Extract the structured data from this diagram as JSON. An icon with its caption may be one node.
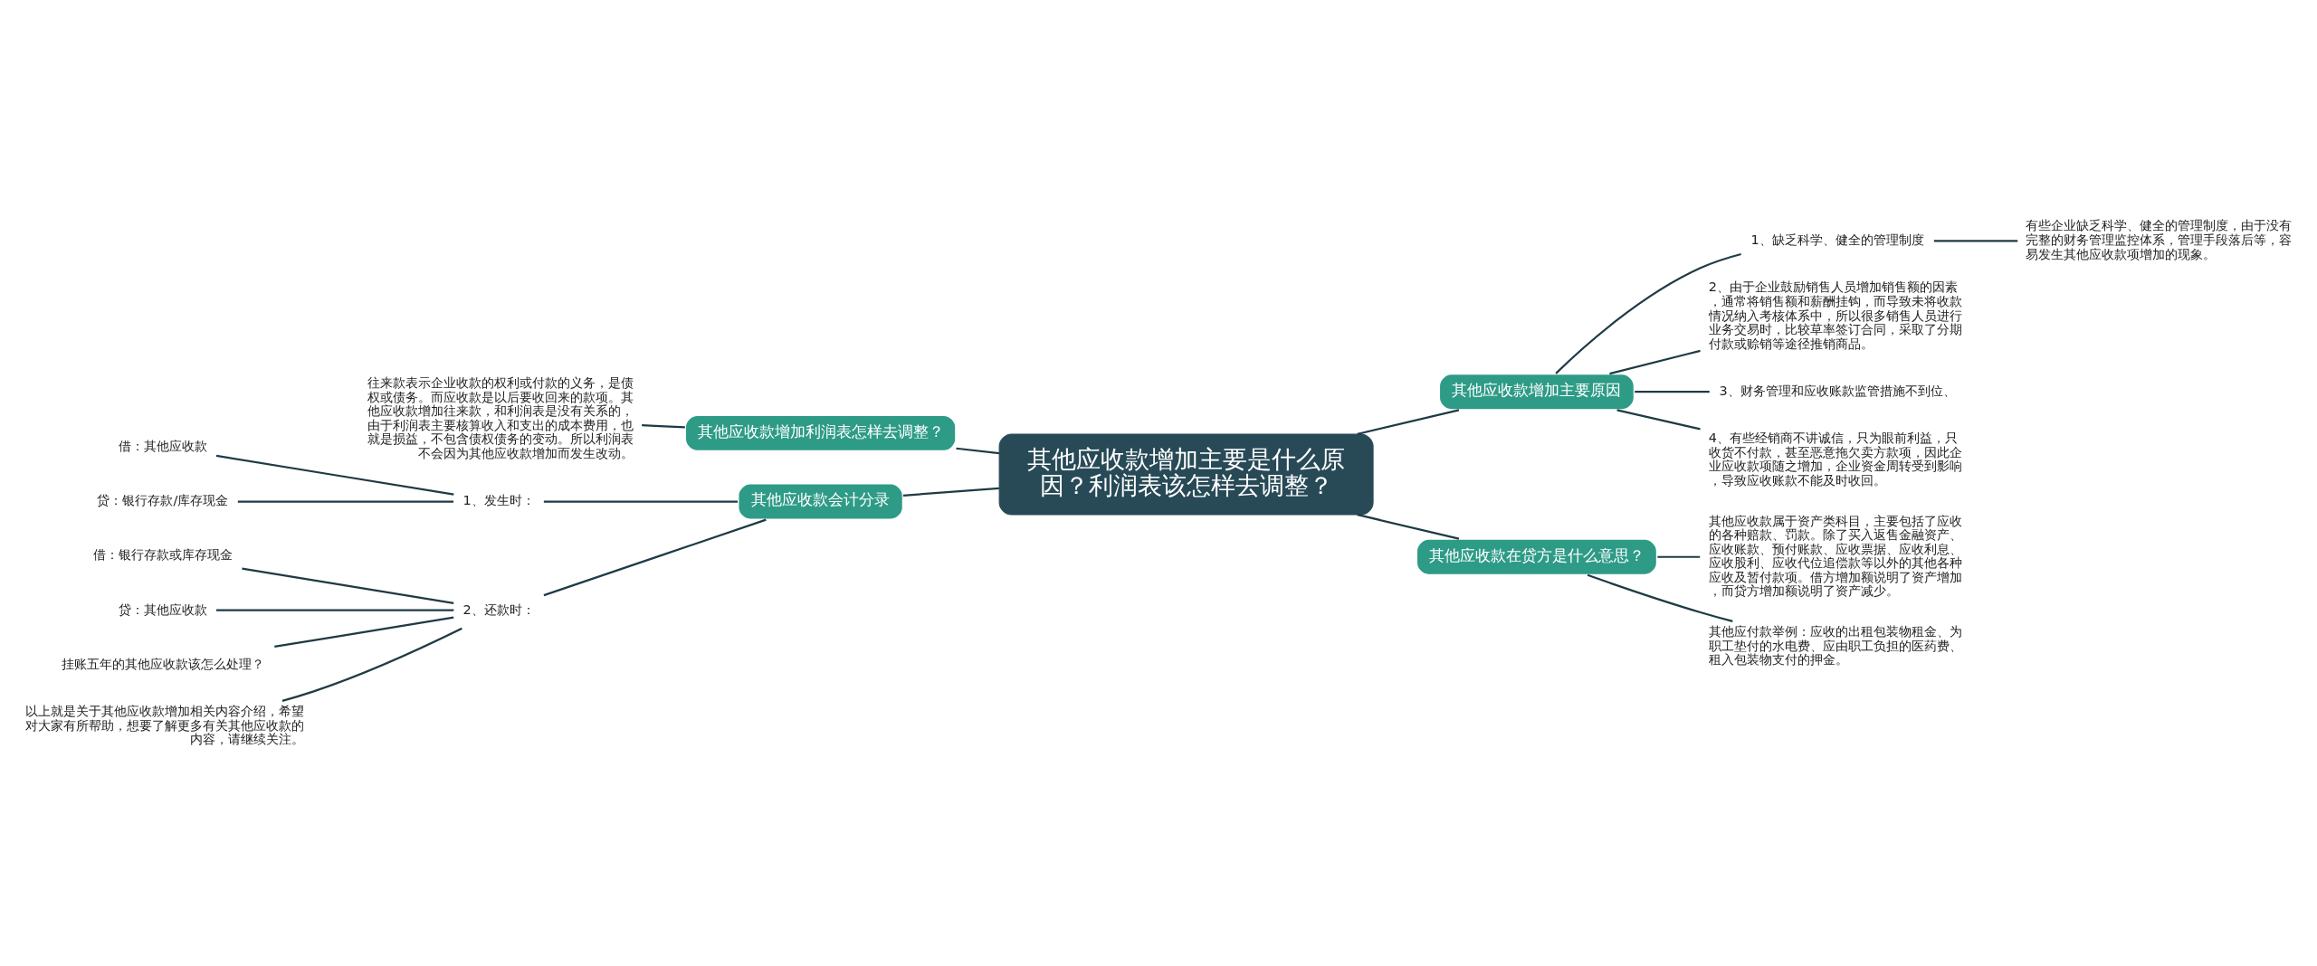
{
  "diagram": {
    "nodes": [
      {
        "text": [
          "其他应收款增加主要是什么原因？利润表该怎样去调整？"
        ]
      },
      {
        "text": [
          "其他应收款增加主要原因"
        ]
      },
      {
        "text": [
          "1、缺乏科学、健全的管理制度"
        ]
      },
      {
        "text": [
          "有些企业缺乏科学、健全的管理制度，由于没有完整的财务管理监控体系，管理手段落后等，容易发生其他应收款项增加的现象。"
        ]
      },
      {
        "text": [
          "2、由于企业鼓励销售人员增加销售额的因素，通常将销售额和薪酬挂钩，而导致未将收款情况纳入考核体系中，所以很多销售人员进行业务交易时，比较草率签订合同，采取了分期付款或赊销等途径推销商品。"
        ]
      },
      {
        "text": [
          "3、财务管理和应收账款监管措施不到位、"
        ]
      },
      {
        "text": [
          "4、有些经销商不讲诚信，只为眼前利益，只收货不付款，甚至恶意拖欠卖方款项，因此企业应收款项随之增加，企业资金周转受到影响，导致应收账款不能及时收回。"
        ]
      },
      {
        "text": [
          "其他应收款在贷方是什么意思？"
        ]
      },
      {
        "text": [
          "其他应收款属于资产类科目，主要包括了应收的各种赔款、罚款。除了买入返售金融资产、应收账款、预付账款、应收票据、应收利息、应收股利、应收代位追偿款等以外的其他各种应收及暂付款项。借方增加额说明了资产增加，而贷方增加额说明了资产减少。"
        ]
      },
      {
        "text": [
          "其他应付款举例：应收的出租包装物租金、为职工垫付的水电费、应由职工负担的医药费、租入包装物支付的押金。"
        ]
      },
      {
        "text": [
          "其他应收款增加利润表怎样去调整？"
        ]
      },
      {
        "text": [
          "往来款表示企业收款的权利或付款的义务，是债权或债务。而应收款是以后要收回来的款项。其他应收款增加往来款，和利润表是没有关系的，由于利润表主要核算收入和支出的成本费用，也就是损益，不包含债权债务的变动。所以利润表不会因为其他应收款增加而发生改动。"
        ]
      },
      {
        "text": [
          "其他应收款会计分录"
        ]
      },
      {
        "text": [
          "1、发生时："
        ]
      },
      {
        "text": [
          "借：其他应收款"
        ]
      },
      {
        "text": [
          "贷：银行存款/库存现金"
        ]
      },
      {
        "text": [
          "2、还款时："
        ]
      },
      {
        "text": [
          "借：银行存款或库存现金"
        ]
      },
      {
        "text": [
          "贷：其他应收款"
        ]
      },
      {
        "text": [
          "挂账五年的其他应收款该怎么处理？"
        ]
      },
      {
        "text": [
          "以上就是关于其他应收款增加相关内容介绍，希望对大家有所帮助，想要了解更多有关其他应收款的内容，请继续关注。"
        ]
      }
    ],
    "edges": [
      {
        "from": 0,
        "to": 1,
        "arrow": "none"
      },
      {
        "from": 1,
        "to": 2,
        "arrow": "none"
      },
      {
        "from": 2,
        "to": 3,
        "arrow": "none"
      },
      {
        "from": 1,
        "to": 4,
        "arrow": "none"
      },
      {
        "from": 1,
        "to": 5,
        "arrow": "none"
      },
      {
        "from": 1,
        "to": 6,
        "arrow": "none"
      },
      {
        "from": 0,
        "to": 7,
        "arrow": "none"
      },
      {
        "from": 7,
        "to": 8,
        "arrow": "none"
      },
      {
        "from": 7,
        "to": 9,
        "arrow": "none"
      },
      {
        "from": 0,
        "to": 10,
        "arrow": "none"
      },
      {
        "from": 10,
        "to": 11,
        "arrow": "none"
      },
      {
        "from": 0,
        "to": 12,
        "arrow": "none"
      },
      {
        "from": 12,
        "to": 13,
        "arrow": "none"
      },
      {
        "from": 13,
        "to": 14,
        "arrow": "none"
      },
      {
        "from": 13,
        "to": 15,
        "arrow": "none"
      },
      {
        "from": 12,
        "to": 16,
        "arrow": "none"
      },
      {
        "from": 16,
        "to": 17,
        "arrow": "none"
      },
      {
        "from": 16,
        "to": 18,
        "arrow": "none"
      },
      {
        "from": 16,
        "to": 19,
        "arrow": "none"
      },
      {
        "from": 16,
        "to": 20,
        "arrow": "none"
      }
    ]
  }
}
